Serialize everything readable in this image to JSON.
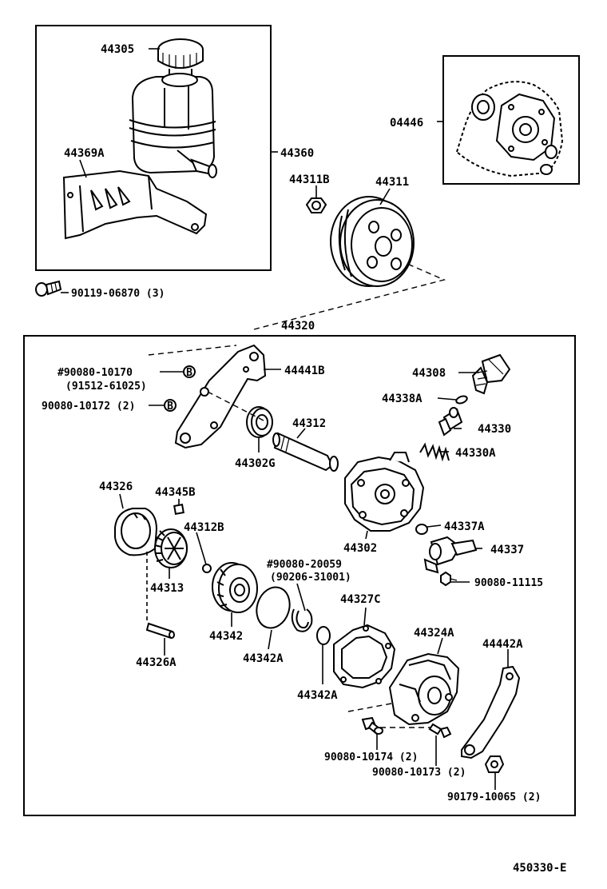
{
  "labels": {
    "p44305": "44305",
    "p44369A": "44369A",
    "p44360": "44360",
    "p04446": "04446",
    "p44311B": "44311B",
    "p44311": "44311",
    "p90119": "90119-06870 (3)",
    "p44320": "44320",
    "p90080_10170": "#90080-10170",
    "p91512": "(91512-61025)",
    "p90080_10172": "90080-10172 (2)",
    "p44441B": "44441B",
    "p44308": "44308",
    "p44338A": "44338A",
    "p44312": "44312",
    "p44330": "44330",
    "p44302G": "44302G",
    "p44330A": "44330A",
    "p44326": "44326",
    "p44345B": "44345B",
    "p44312B": "44312B",
    "p44337A": "44337A",
    "p44302": "44302",
    "p44337": "44337",
    "p90080_20059": "#90080-20059",
    "p90206": "(90206-31001)",
    "p90080_11115": "90080-11115",
    "p44313": "44313",
    "p44327C": "44327C",
    "p44342": "44342",
    "p44324A": "44324A",
    "p44442A": "44442A",
    "p44326A": "44326A",
    "p44342A_1": "44342A",
    "p44342A_2": "44342A",
    "p90080_10174": "90080-10174 (2)",
    "p90080_10173": "90080-10173 (2)",
    "p90179": "90179-10065 (2)",
    "drawing_number": "450330-E"
  },
  "markers": {
    "b1": "B",
    "b2": "B"
  }
}
